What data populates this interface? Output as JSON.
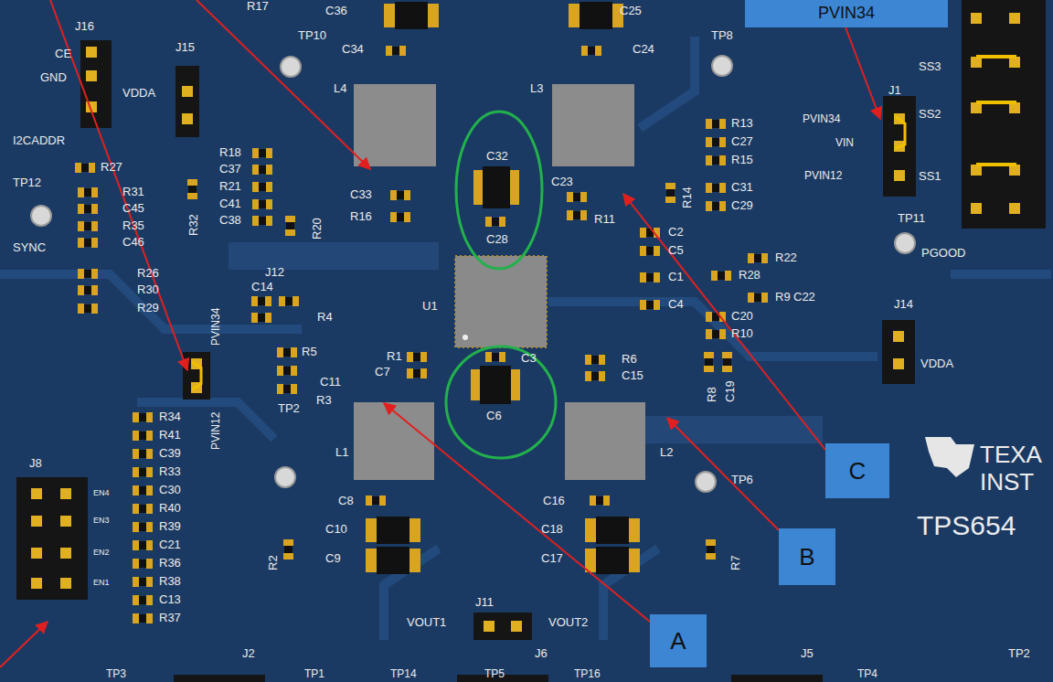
{
  "diagram": {
    "nodes": [
      {
        "text": [
          "PVIN34"
        ]
      },
      {
        "text": [
          "C"
        ]
      },
      {
        "text": [
          "B"
        ]
      },
      {
        "text": [
          "A"
        ]
      }
    ],
    "edges": [],
    "labels": [
      "R17",
      "C36",
      "C25",
      "TP10",
      "TP8",
      "C34",
      "C24",
      "J16",
      "CE",
      "GND",
      "J15",
      "VDDA",
      "I2CADDR",
      "L4",
      "L3",
      "R13",
      "C27",
      "R15",
      "C31",
      "C29",
      "R14",
      "J1",
      "PVIN34",
      "VIN",
      "PVIN12",
      "SS3",
      "SS2",
      "SS1",
      "TP11",
      "PGOOD",
      "R27",
      "TP12",
      "SYNC",
      "R31",
      "C45",
      "R35",
      "C46",
      "R18",
      "C37",
      "R21",
      "C41",
      "C38",
      "R32",
      "R20",
      "C32",
      "C33",
      "R16",
      "C23",
      "R11",
      "C28",
      "C2",
      "C5",
      "C1",
      "C4",
      "R22",
      "R28",
      "R9",
      "C22",
      "C20",
      "R10",
      "R8",
      "C19",
      "J14",
      "VDDA",
      "R26",
      "R30",
      "R29",
      "J12",
      "C14",
      "R4",
      "R5",
      "C11",
      "R3",
      "U1",
      "R1",
      "C7",
      "C3",
      "R6",
      "C15",
      "C6",
      "PVIN34",
      "PVIN12",
      "J8",
      "EN4",
      "EN3",
      "EN2",
      "EN1",
      "R34",
      "R41",
      "C39",
      "R33",
      "C30",
      "R40",
      "R39",
      "C21",
      "R36",
      "R38",
      "C13",
      "R37",
      "TP2",
      "L1",
      "L2",
      "TP6",
      "C8",
      "C10",
      "C9",
      "R2",
      "C16",
      "C18",
      "C17",
      "R7",
      "J11",
      "VOUT1",
      "VOUT2",
      "J2",
      "J6",
      "J5",
      "TP3",
      "TP1",
      "TP14",
      "TP5",
      "TP16",
      "TP4",
      "TP2",
      "TEXA",
      "INST",
      "TPS654"
    ]
  }
}
